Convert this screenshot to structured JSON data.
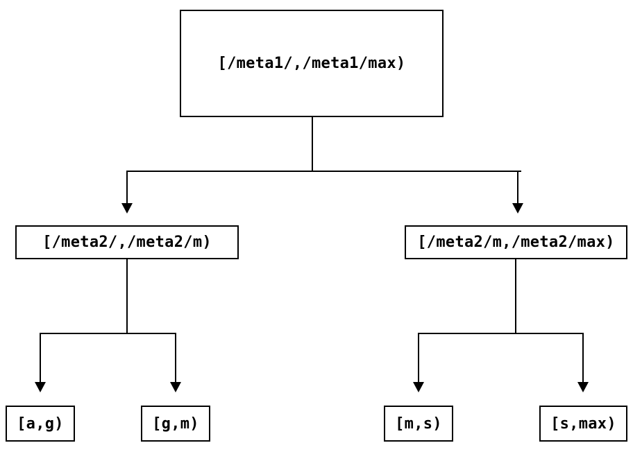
{
  "diagram": {
    "type": "tree",
    "colors": {
      "background": "#ffffff",
      "line": "#000000",
      "text": "#000000"
    },
    "nodes": {
      "root": {
        "label": "[/meta1/,/meta1/max)"
      },
      "meta2_low": {
        "label": "[/meta2/,/meta2/m)"
      },
      "meta2_high": {
        "label": "[/meta2/m,/meta2/max)"
      },
      "leaf_a_g": {
        "label": "[a,g)"
      },
      "leaf_g_m": {
        "label": "[g,m)"
      },
      "leaf_m_s": {
        "label": "[m,s)"
      },
      "leaf_s_max": {
        "label": "[s,max)"
      }
    },
    "edges": [
      {
        "from": "root",
        "to": "meta2_low"
      },
      {
        "from": "root",
        "to": "meta2_high"
      },
      {
        "from": "meta2_low",
        "to": "leaf_a_g"
      },
      {
        "from": "meta2_low",
        "to": "leaf_g_m"
      },
      {
        "from": "meta2_high",
        "to": "leaf_m_s"
      },
      {
        "from": "meta2_high",
        "to": "leaf_s_max"
      }
    ]
  }
}
